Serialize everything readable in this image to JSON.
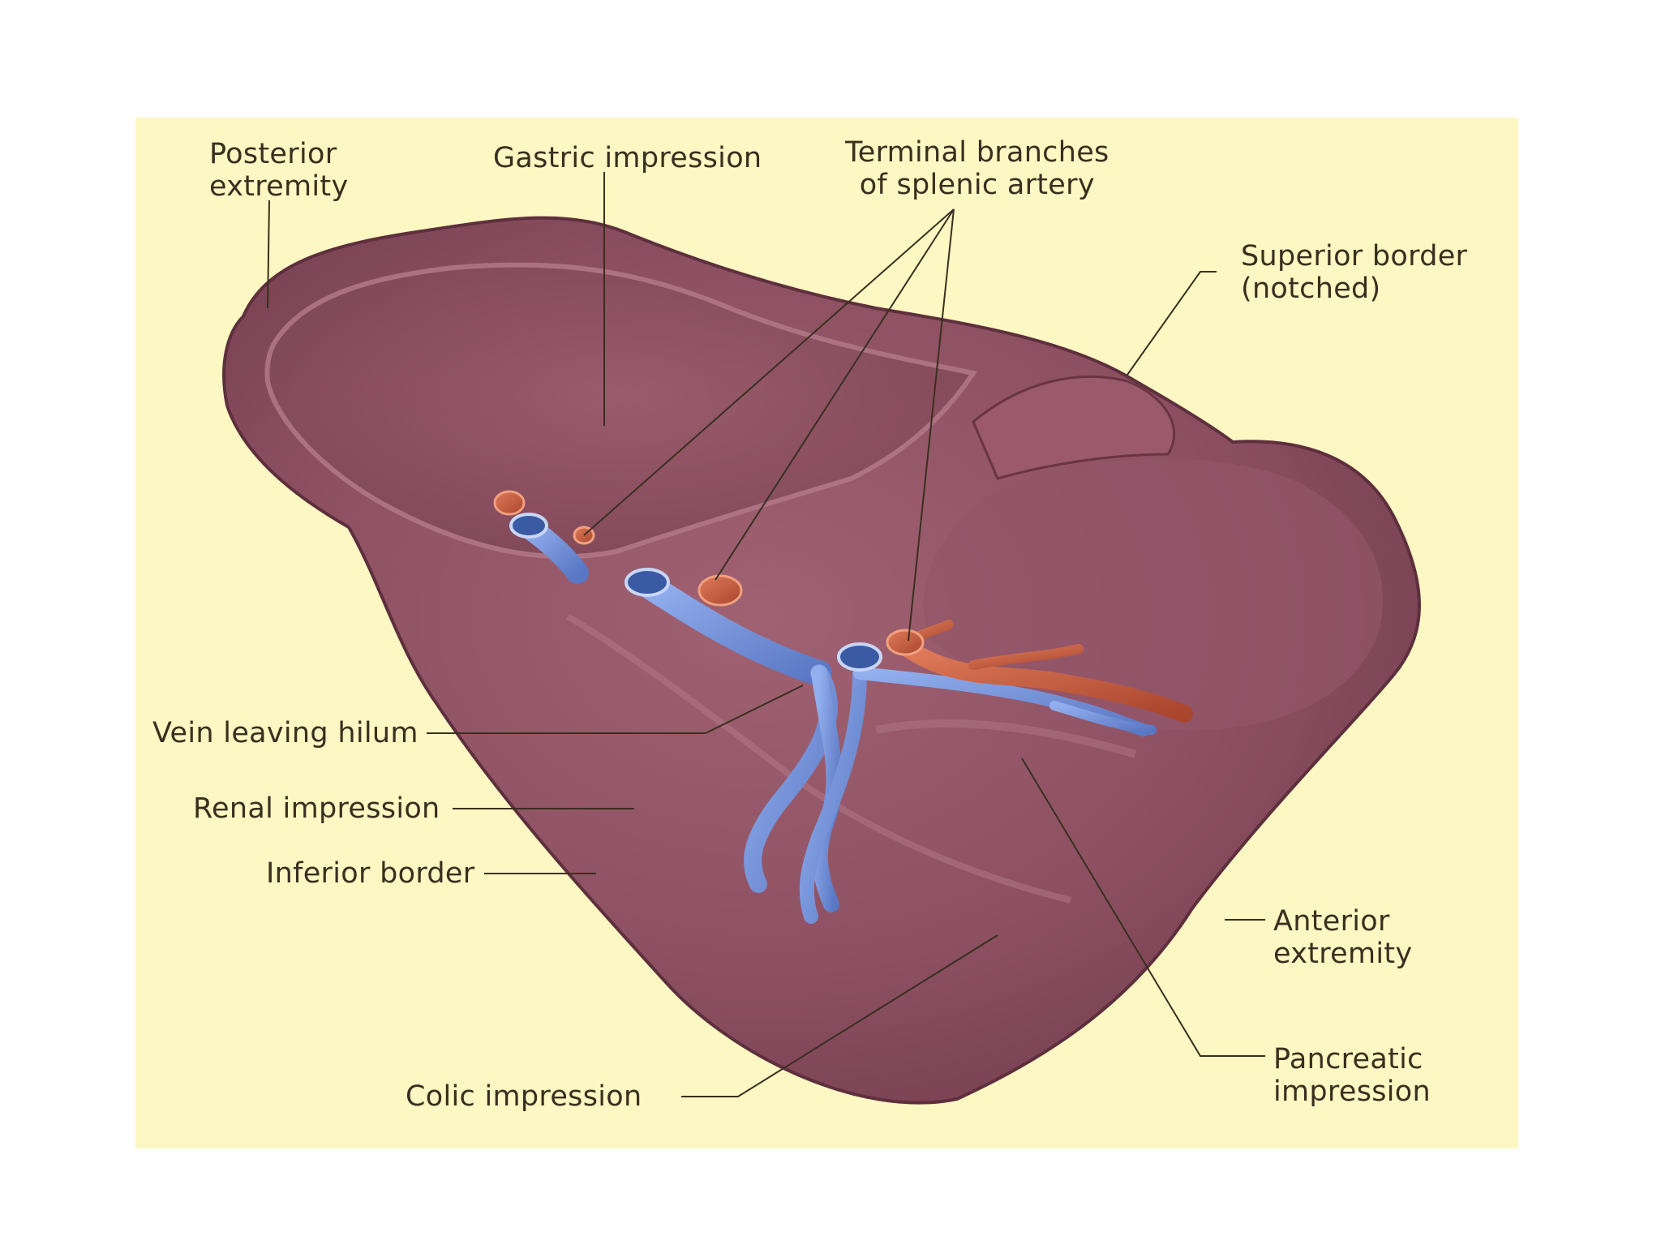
{
  "labels": {
    "posterior_extremity": [
      "Posterior",
      "extremity"
    ],
    "gastric_impression": "Gastric impression",
    "terminal_branches": [
      "Terminal branches",
      "of splenic artery"
    ],
    "superior_border": [
      "Superior border",
      "(notched)"
    ],
    "vein_leaving_hilum": "Vein leaving hilum",
    "renal_impression": "Renal impression",
    "inferior_border": "Inferior border",
    "anterior_extremity": [
      "Anterior",
      "extremity"
    ],
    "colic_impression": "Colic impression",
    "pancreatic_impression": [
      "Pancreatic",
      "impression"
    ]
  },
  "colors": {
    "background": "#fdf7c3",
    "spleen": "#8a4a5a",
    "vein": "#6f8fd6",
    "artery": "#c45a3a",
    "leader_line": "#3a2f1f"
  }
}
